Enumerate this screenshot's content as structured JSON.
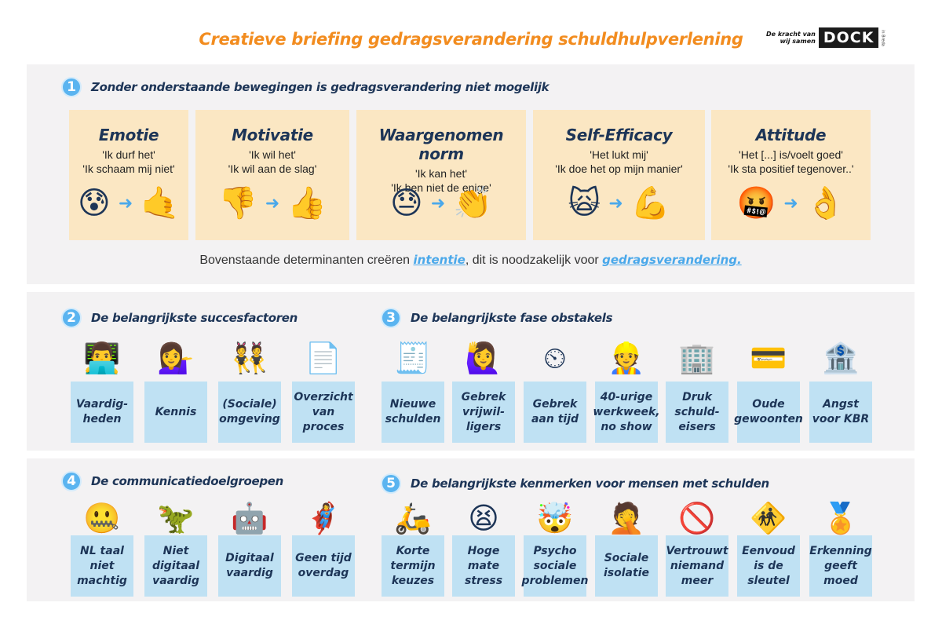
{
  "title": "Creatieve briefing gedragsverandering schuldhulpverlening",
  "logo": {
    "tagline_1": "De kracht van",
    "tagline_2": "wij samen",
    "brand": "DOCK",
    "side": "in Breda"
  },
  "section1": {
    "number": "1",
    "title": "Zonder onderstaande bewegingen is gedragsverandering niet mogelijk",
    "determinants": [
      {
        "name": "Emotie",
        "line1": "'Ik durf het'",
        "line2": "'Ik schaam mij niet'",
        "icon_from": "anxious-face-icon",
        "icon_to": "call-me-hand-icon",
        "from": "😰",
        "to": "🤙"
      },
      {
        "name": "Motivatie",
        "line1": "'Ik wil het'",
        "line2": "'Ik wil aan de slag'",
        "icon_from": "thumbs-down-icon",
        "icon_to": "thumbs-up-icon",
        "from": "👎",
        "to": "👍"
      },
      {
        "name": "Waargenomen norm",
        "line1": "'Ik kan het'",
        "line2": "'Ik ben niet de enige'",
        "icon_from": "downcast-sweat-face-icon",
        "icon_to": "clapping-hands-icon",
        "from": "😓",
        "to": "👏"
      },
      {
        "name": "Self-Efficacy",
        "line1": "'Het lukt mij'",
        "line2": "'Ik doe het op mijn manier'",
        "icon_from": "weary-cat-icon",
        "icon_to": "flexed-biceps-icon",
        "from": "🙀",
        "to": "💪"
      },
      {
        "name": "Attitude",
        "line1": "'Het [...] is/voelt goed'",
        "line2": "'Ik sta positief tegenover..'",
        "icon_from": "cursing-face-icon",
        "icon_to": "ok-hand-icon",
        "from": "🤬",
        "to": "👌"
      }
    ],
    "footer_pre": "Bovenstaande determinanten creëren ",
    "footer_hl1": "intentie",
    "footer_mid": ", dit is noodzakelijk voor ",
    "footer_hl2": "gedragsverandering."
  },
  "section2": {
    "number": "2",
    "title": "De belangrijkste succesfactoren",
    "items": [
      {
        "label": "Vaardig-heden",
        "icon": "technologist-icon",
        "glyph": "👨‍💻"
      },
      {
        "label": "Kennis",
        "icon": "tipping-hand-woman-icon",
        "glyph": "💁‍♀️"
      },
      {
        "label": "(Sociale) omgeving",
        "icon": "bunny-dancers-icon",
        "glyph": "👯"
      },
      {
        "label": "Overzicht van proces",
        "icon": "document-icon",
        "glyph": "📄"
      }
    ]
  },
  "section3": {
    "number": "3",
    "title": "De belangrijkste fase obstakels",
    "items": [
      {
        "label": "Nieuwe schulden",
        "icon": "receipt-icon",
        "glyph": "🧾"
      },
      {
        "label": "Gebrek vrijwil-ligers",
        "icon": "raising-hand-woman-icon",
        "glyph": "🙋‍♀️"
      },
      {
        "label": "Gebrek aan tijd",
        "icon": "timer-clock-icon",
        "glyph": "⏲"
      },
      {
        "label": "40-urige werkweek, no show",
        "icon": "factory-worker-icon",
        "glyph": "👷"
      },
      {
        "label": "Druk schuld-eisers",
        "icon": "office-building-icon",
        "glyph": "🏢"
      },
      {
        "label": "Oude gewoonten",
        "icon": "credit-card-icon",
        "glyph": "💳"
      },
      {
        "label": "Angst voor KBR",
        "icon": "bank-icon",
        "glyph": "🏦"
      }
    ]
  },
  "section4": {
    "number": "4",
    "title": "De communicatiedoelgroepen",
    "items": [
      {
        "label": "NL taal niet machtig",
        "icon": "zipper-mouth-face-icon",
        "glyph": "🤐"
      },
      {
        "label": "Niet digitaal vaardig",
        "icon": "t-rex-icon",
        "glyph": "🦖"
      },
      {
        "label": "Digitaal vaardig",
        "icon": "robot-icon",
        "glyph": "🤖"
      },
      {
        "label": "Geen tijd overdag",
        "icon": "superhero-woman-icon",
        "glyph": "🦸‍♀️"
      }
    ]
  },
  "section5": {
    "number": "5",
    "title": "De belangrijkste kenmerken voor mensen met schulden",
    "items": [
      {
        "label": "Korte termijn keuzes",
        "icon": "scooter-icon",
        "glyph": "🛵"
      },
      {
        "label": "Hoge mate stress",
        "icon": "tired-face-icon",
        "glyph": "😫"
      },
      {
        "label": "Psycho sociale problemen",
        "icon": "exploding-head-icon",
        "glyph": "🤯"
      },
      {
        "label": "Sociale isolatie",
        "icon": "facepalm-icon",
        "glyph": "🤦"
      },
      {
        "label": "Vertrouwt niemand meer",
        "icon": "prohibited-icon",
        "glyph": "🚫"
      },
      {
        "label": "Eenvoud is de sleutel",
        "icon": "children-crossing-icon",
        "glyph": "🚸"
      },
      {
        "label": "Erkenning geeft moed",
        "icon": "medal-icon",
        "glyph": "🏅"
      }
    ]
  }
}
